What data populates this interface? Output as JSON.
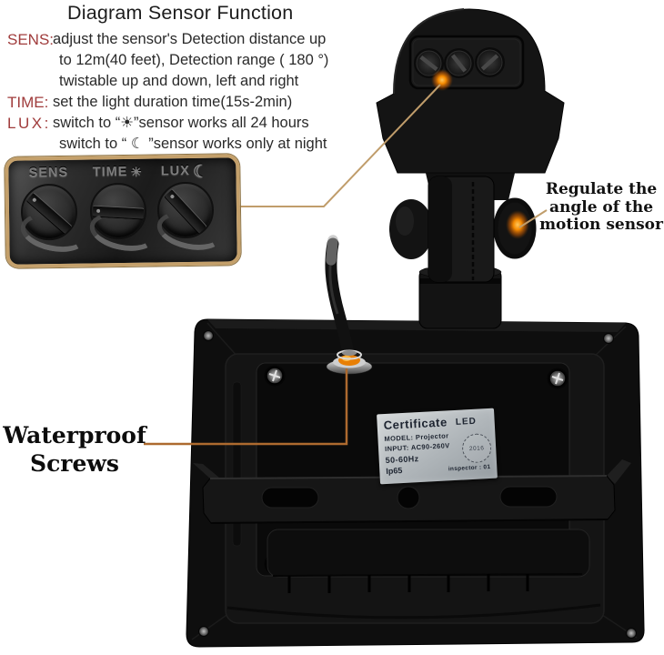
{
  "info": {
    "title": "Diagram Sensor Function",
    "features": [
      {
        "label": "SENS:",
        "lines": [
          "adjust the sensor's Detection distance up",
          "to 12m(40 feet), Detection range ( 180 °)",
          "twistable up and down, left and right"
        ]
      },
      {
        "label": "TIME:",
        "lines": [
          "set the light duration time(15s-2min)"
        ]
      },
      {
        "label": "LUX:",
        "lines": [
          "switch to “☀”sensor works all 24 hours",
          "switch to “ ☾ ”sensor works only at night"
        ]
      }
    ]
  },
  "closeup": {
    "dials": [
      {
        "label": "SENS",
        "icon": ""
      },
      {
        "label": "TIME",
        "icon": "☀"
      },
      {
        "label": "LUX",
        "icon": "☾"
      }
    ]
  },
  "annotations": {
    "regulate_line1": "Regulate the",
    "regulate_line2": "angle of the",
    "regulate_line3": "motion sensor",
    "waterproof_line1": "Waterproof",
    "waterproof_line2": "Screws"
  },
  "certificate": {
    "title": "Certificate",
    "led": "LED",
    "model": "MODEL: Projector",
    "input": "INPUT: AC90-260V",
    "freq": "50-60Hz",
    "ip": "Ip65",
    "inspector": "inspector : 01",
    "stamp_year": "2016"
  },
  "colors": {
    "callout_tan": "#c09d6b",
    "callout_copper": "#ad6a2f",
    "label_red": "#a03c3c",
    "orange_glow": "#f08200",
    "panel_border": "#c4a06b"
  }
}
